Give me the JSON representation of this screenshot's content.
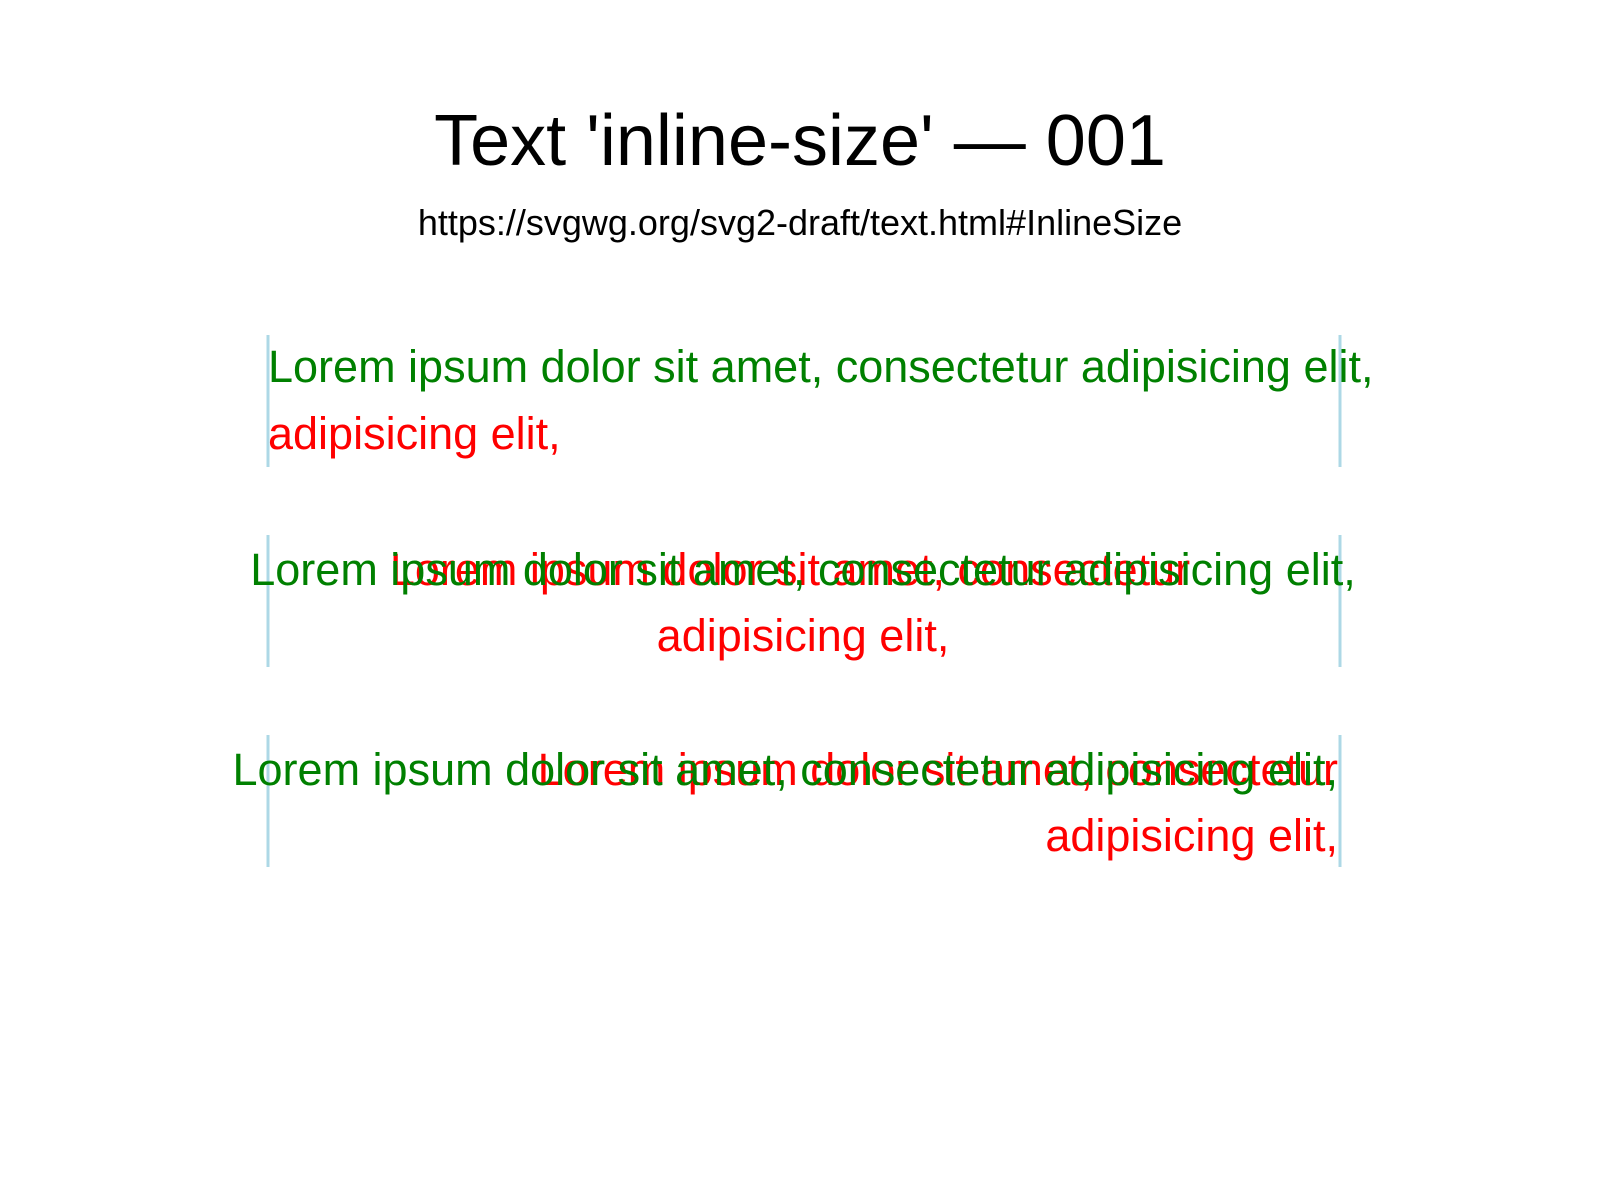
{
  "page": {
    "title": "Text 'inline-size' — 001",
    "url": "https://svgwg.org/svg2-draft/text.html#InlineSize"
  },
  "colors": {
    "reference": "#008000",
    "test": "#ff0000",
    "guide": "#add8e6",
    "heading": "#000000"
  },
  "samples": [
    {
      "anchor": "start",
      "reference": {
        "line1": "Lorem ipsum dolor sit amet, consectetur adipisicing elit,"
      },
      "test": {
        "line1": "",
        "line2": "adipisicing elit,"
      }
    },
    {
      "anchor": "middle",
      "reference": {
        "line1": "Lorem ipsum dolor sit amet, consectetur adipisicing elit,"
      },
      "test": {
        "line1": "Lorem ipsum dolor sit amet, consectetur",
        "line2": "adipisicing elit,"
      }
    },
    {
      "anchor": "end",
      "reference": {
        "line1": "Lorem ipsum dolor sit amet, consectetur adipisicing elit,"
      },
      "test": {
        "line1": "Lorem ipsum dolor sit amet, consectetur",
        "line2": "adipisicing elit,"
      }
    }
  ]
}
